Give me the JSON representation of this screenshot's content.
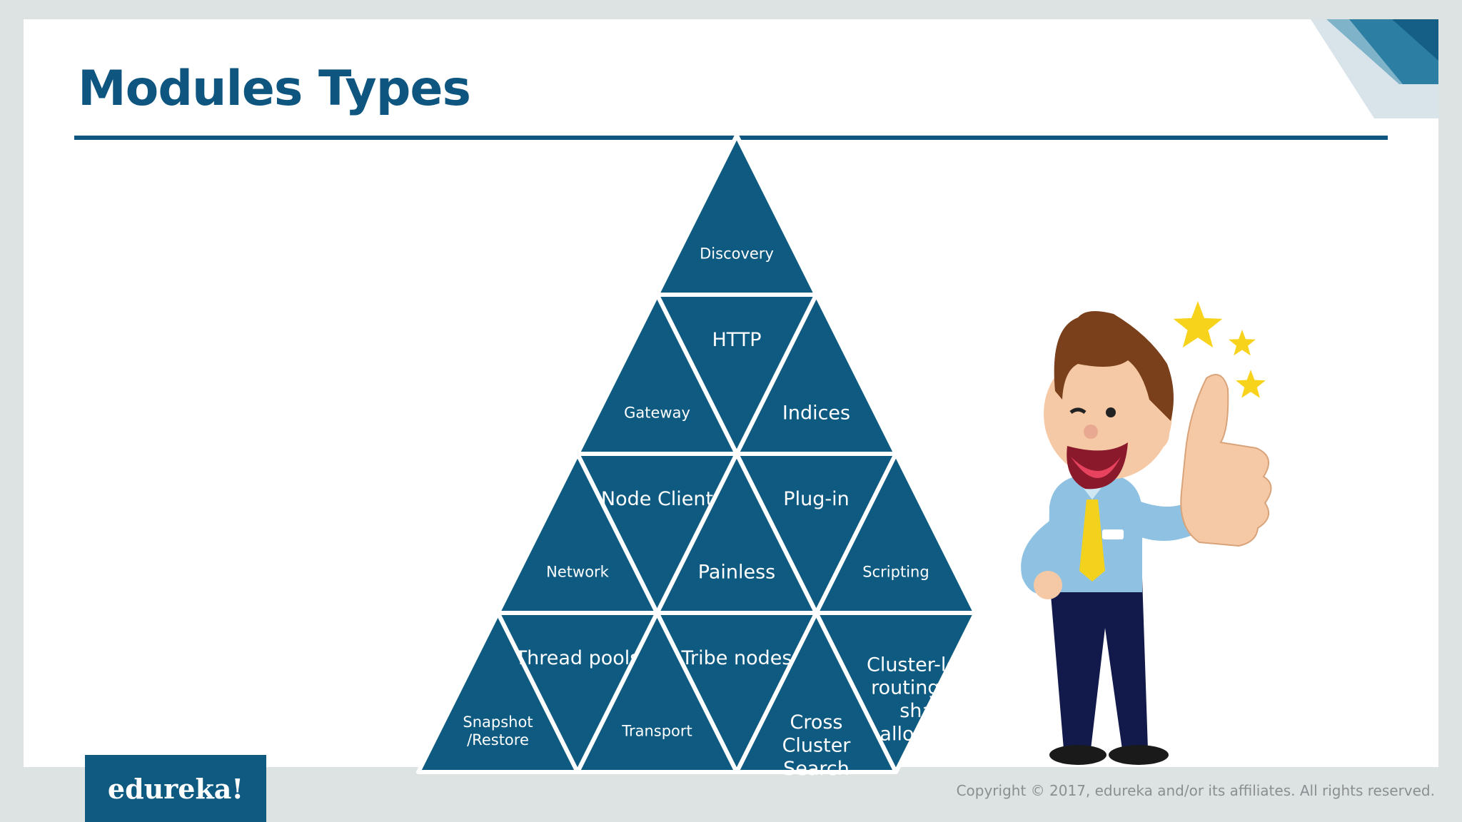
{
  "slide": {
    "title": "Modules Types",
    "footer": {
      "logo": "edureka!",
      "copyright": "Copyright © 2017, edureka and/or its affiliates. All rights reserved."
    }
  },
  "pyramid": {
    "fill": "#0f5a80",
    "rows": [
      [
        "Discovery"
      ],
      [
        "Gateway",
        "HTTP",
        "Indices"
      ],
      [
        "Network",
        "Node Client",
        "Painless",
        "Plug-in",
        "Scripting"
      ],
      [
        "Snapshot /Restore",
        "Thread pools",
        "Transport",
        "Tribe nodes",
        "Cross Cluster Search",
        "Cluster-level routing and shard allocation"
      ]
    ]
  },
  "colors": {
    "accent": "#0e5580",
    "tile": "#0f5a80",
    "background": "#dde2e3",
    "star": "#f7d31b"
  },
  "illustration": {
    "icon": "thumbs-up-businessman-icon",
    "stars": 3
  }
}
